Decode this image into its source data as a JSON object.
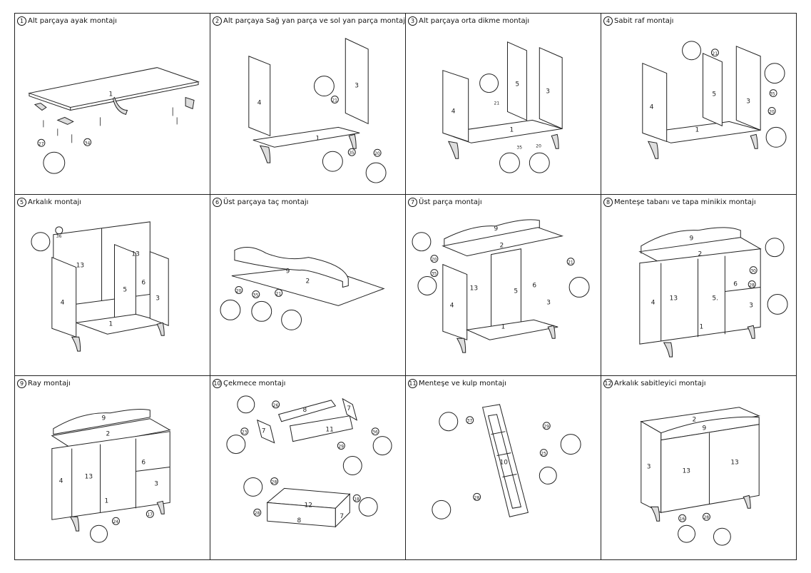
{
  "steps": [
    {
      "num": "1",
      "title": "Alt parçaya ayak montajı",
      "parts": [
        "1",
        "27",
        "34"
      ]
    },
    {
      "num": "2",
      "title": "Alt parçaya Sağ yan parça ve sol yan parça montajı",
      "parts": [
        "4",
        "3",
        "1",
        "21",
        "35",
        "20"
      ]
    },
    {
      "num": "3",
      "title": "Alt parçaya orta dikme montajı",
      "parts": [
        "4",
        "5",
        "3",
        "1",
        "21",
        "35",
        "20"
      ]
    },
    {
      "num": "4",
      "title": "Sabit raf montajı",
      "parts": [
        "4",
        "5",
        "3",
        "1",
        "21",
        "35",
        "20"
      ]
    },
    {
      "num": "5",
      "title": "Arkalık montajı",
      "parts": [
        "36",
        "13",
        "13",
        "4",
        "5",
        "6",
        "3",
        "1"
      ]
    },
    {
      "num": "6",
      "title": "Üst parçaya taç montajı",
      "parts": [
        "9",
        "2",
        "20",
        "35",
        "21"
      ]
    },
    {
      "num": "7",
      "title": "Üst parça montajı",
      "parts": [
        "9",
        "2",
        "20",
        "35",
        "21",
        "13",
        "4",
        "5",
        "6",
        "3",
        "1"
      ]
    },
    {
      "num": "8",
      "title": "Menteşe tabanı ve tapa minikix montajı",
      "parts": [
        "9",
        "2",
        "13",
        "4",
        "5.",
        "6",
        "3",
        "1",
        "30",
        "28"
      ]
    },
    {
      "num": "9",
      "title": "Ray montajı",
      "parts": [
        "9",
        "2",
        "4",
        "13",
        "6",
        "3",
        "1",
        "24",
        "17"
      ]
    },
    {
      "num": "10",
      "title": "Çekmece montajı",
      "parts": [
        "26",
        "8",
        "7",
        "7",
        "23",
        "11",
        "29",
        "36",
        "28",
        "12",
        "8",
        "7",
        "18",
        "28"
      ]
    },
    {
      "num": "11",
      "title": "Menteşe ve kulp montajı",
      "parts": [
        "37",
        "29",
        "25",
        "10",
        "28"
      ]
    },
    {
      "num": "12",
      "title": "Arkalık sabitleyici montajı",
      "parts": [
        "2",
        "9",
        "3",
        "13",
        "13",
        "16",
        "28"
      ]
    }
  ]
}
